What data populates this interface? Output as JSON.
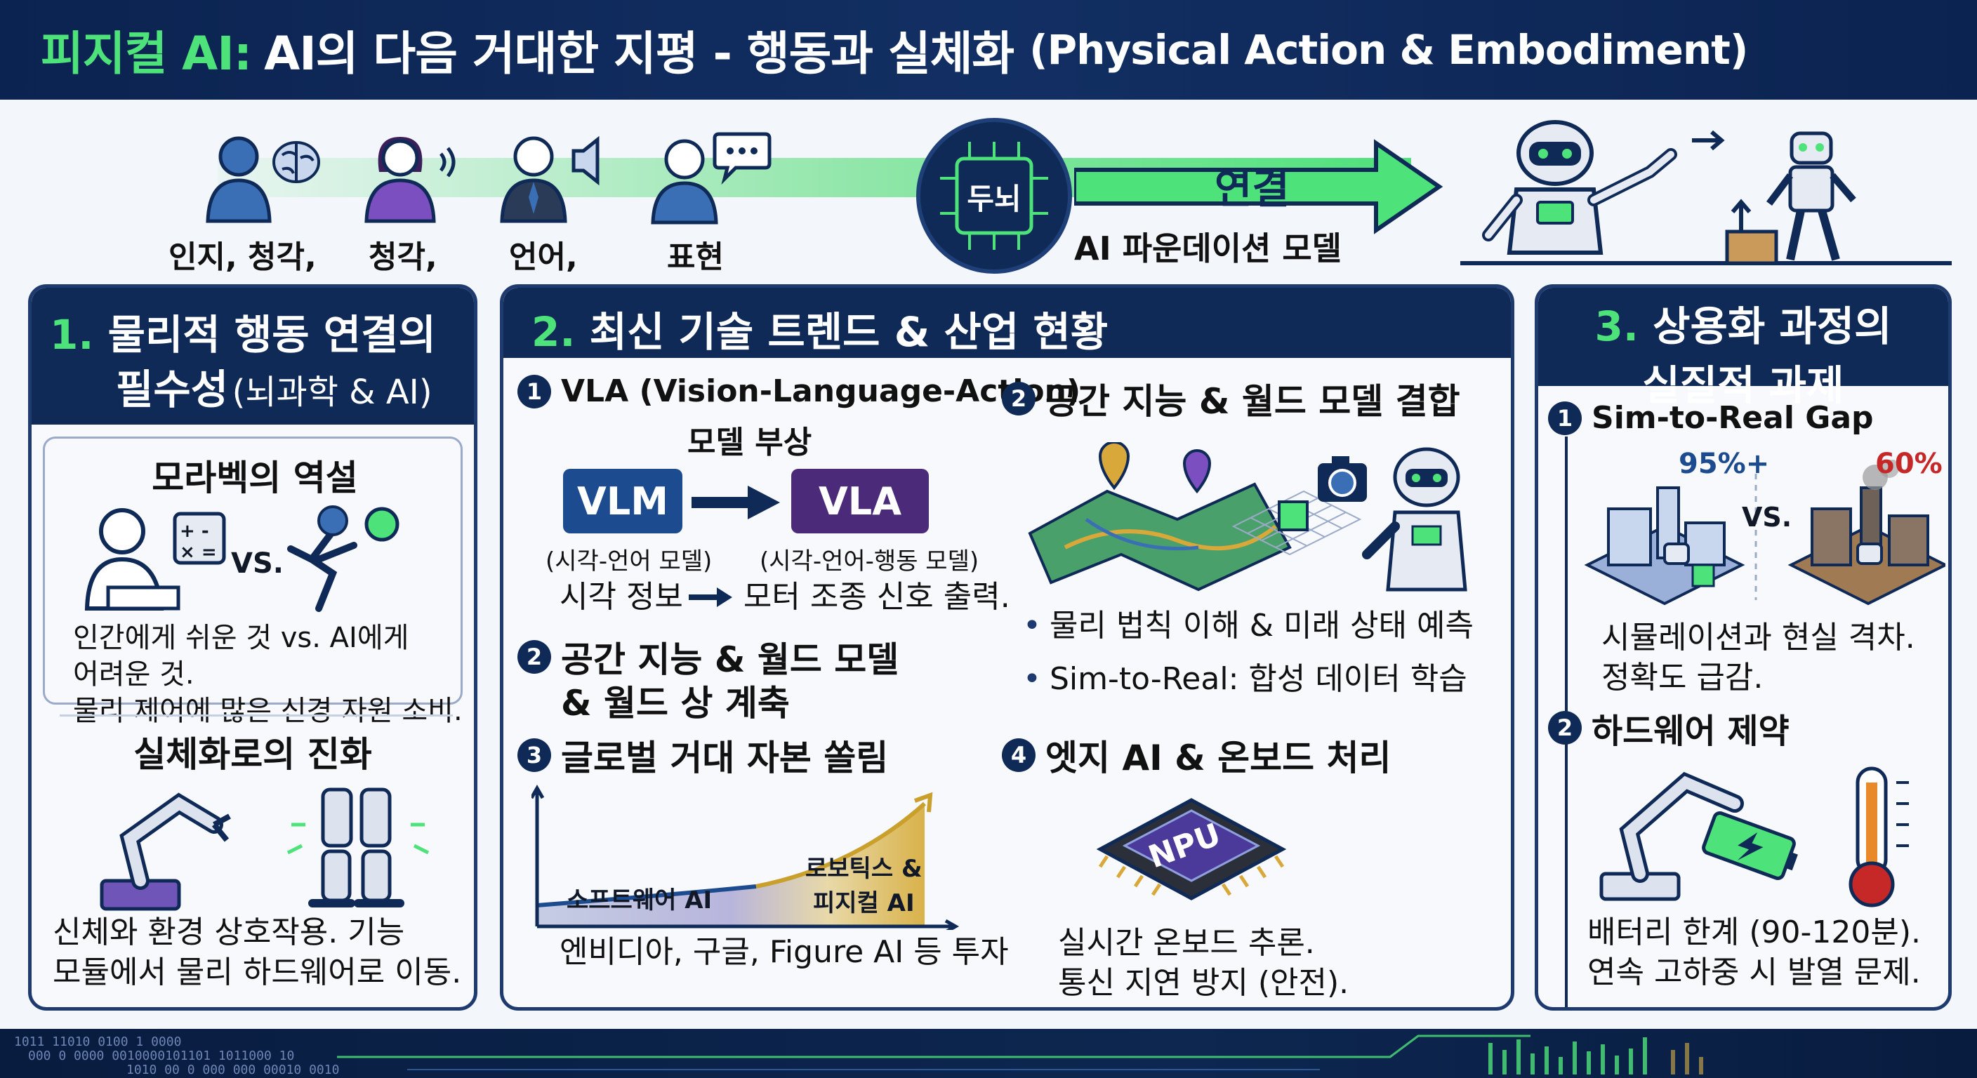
{
  "title": {
    "highlight": "피지컬 AI:",
    "main": "AI의 다음 거대한 지평 - 행동과 실체화",
    "subtitle": "(Physical Action & Embodiment)"
  },
  "flow": {
    "items": [
      {
        "label": "인지, 청각,",
        "icon": "person-brain-icon"
      },
      {
        "label": "청각,",
        "icon": "person-sound-icon"
      },
      {
        "label": "언어,",
        "icon": "person-speaker-icon"
      },
      {
        "label": "표현",
        "icon": "person-speech-bubble-icon"
      }
    ],
    "chip_label": "두뇌",
    "connect_label": "연결",
    "foundation_label": "AI 파운데이션 모델"
  },
  "panel1": {
    "number": "1.",
    "title_line1": "물리적 행동 연결의",
    "title_line2": "필수성",
    "title_note": "(뇌과학 & AI)",
    "moravec": {
      "title": "모라벡의 역설",
      "vs": "VS.",
      "calc_symbols": [
        "+",
        "-",
        "×",
        "="
      ],
      "text_lines": [
        "인간에게 쉬운 것 vs. AI에게",
        "어려운 것.",
        "물리 제어에 많은 신경 자원 소비."
      ]
    },
    "evolution": {
      "title": "실체화로의 진화",
      "text_lines": [
        "신체와 환경 상호작용. 기능",
        "모듈에서 물리 하드웨어로 이동."
      ]
    }
  },
  "panel2": {
    "number": "2.",
    "title": "최신 기술 트렌드 & 산업 현황",
    "vla": {
      "badge": "1",
      "title_line1": "VLA (Vision-Language-Action)",
      "title_line2": "모델 부상",
      "vlm": "VLM",
      "vla": "VLA",
      "vlm_note": "(시각-언어 모델)",
      "vla_note": "(시각-언어-행동 모델)",
      "flow_from": "시각 정보",
      "flow_to": "모터 조종 신호 출력."
    },
    "spatial_left": {
      "badge": "2",
      "line1": "공간 지능 & 월드 모델",
      "line2": "& 월드 상 계축"
    },
    "capital": {
      "badge": "3",
      "title": "글로벌 거대 자본 쏠림",
      "software_label": "소프트웨어 AI",
      "robotics_label_1": "로보틱스 &",
      "robotics_label_2": "피지컬 AI",
      "investors": "엔비디아, 구글, Figure AI 등 투자"
    },
    "spatial_right": {
      "badge": "2",
      "title": "공간 지능 & 월드 모델 결합",
      "bullets": [
        "물리 법칙 이해 & 미래 상태 예측",
        "Sim-to-Real: 합성 데이터 학습"
      ]
    },
    "edge": {
      "badge": "4",
      "title": "엣지 AI & 온보드 처리",
      "chip": "NPU",
      "text_lines": [
        "실시간 온보드 추론.",
        "통신 지연 방지 (안전)."
      ]
    }
  },
  "panel3": {
    "number": "3.",
    "title_line1": "상용화 과정의",
    "title_line2": "실질적 과제",
    "sim": {
      "badge": "1",
      "title": "Sim-to-Real Gap",
      "sim_value": "95%+",
      "real_value": "60%",
      "vs": "VS.",
      "text_lines": [
        "시뮬레이션과 현실 격차.",
        "정확도 급감."
      ]
    },
    "hardware": {
      "badge": "2",
      "title": "하드웨어 제약",
      "text_lines": [
        "배터리 한계 (90-120분).",
        "연속 고하중 시 발열 문제."
      ]
    }
  },
  "footer": {
    "binary_1": "1011 11010 0100 1 0000",
    "binary_2": "000 0 0000 0010000101101 1011000 10",
    "binary_3": "1010 00 0 000 000 00010 0010"
  },
  "colors": {
    "navy": "#0f2a57",
    "green": "#4ee27a",
    "vlm_blue": "#1d4b8f",
    "vla_purple": "#4b2a7a",
    "warning_red": "#c62828"
  }
}
